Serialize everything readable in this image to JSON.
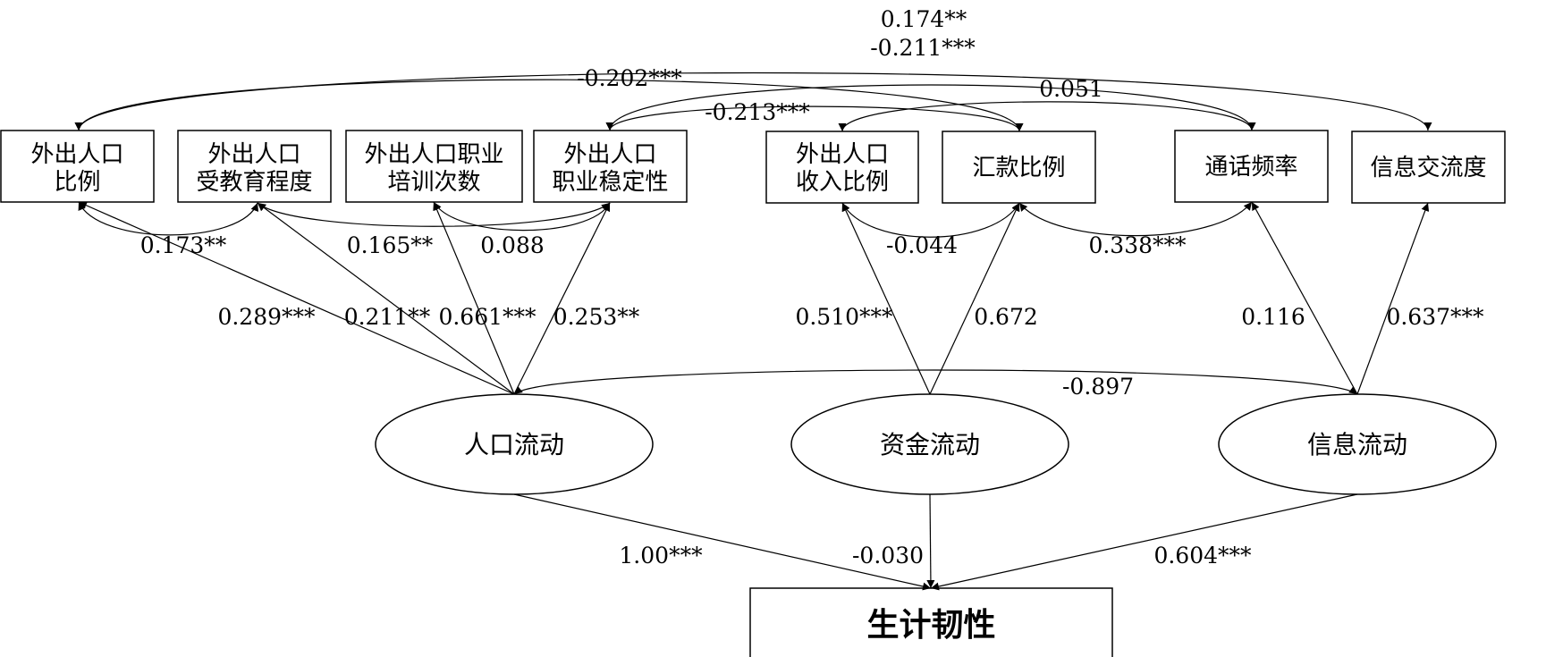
{
  "indicators": [
    {
      "id": "pop_ratio",
      "lines": [
        "外出人口",
        "比例"
      ]
    },
    {
      "id": "pop_edu",
      "lines": [
        "外出人口",
        "受教育程度"
      ]
    },
    {
      "id": "pop_train",
      "lines": [
        "外出人口职业",
        "培训次数"
      ]
    },
    {
      "id": "pop_stab",
      "lines": [
        "外出人口",
        "职业稳定性"
      ]
    },
    {
      "id": "pop_income",
      "lines": [
        "外出人口",
        "收入比例"
      ]
    },
    {
      "id": "remit",
      "lines": [
        "汇款比例"
      ]
    },
    {
      "id": "call",
      "lines": [
        "通话频率"
      ]
    },
    {
      "id": "infoex",
      "lines": [
        "信息交流度"
      ]
    }
  ],
  "latents": [
    {
      "id": "pop_flow",
      "label": "人口流动"
    },
    {
      "id": "cap_flow",
      "label": "资金流动"
    },
    {
      "id": "info_flow",
      "label": "信息流动"
    }
  ],
  "outcome": {
    "id": "livelihood",
    "label": "生计韧性"
  },
  "loadings": [
    {
      "from": "pop_flow",
      "to": "pop_ratio",
      "value": "0.289***"
    },
    {
      "from": "pop_flow",
      "to": "pop_edu",
      "value": "0.211**"
    },
    {
      "from": "pop_flow",
      "to": "pop_train",
      "value": "0.661***"
    },
    {
      "from": "pop_flow",
      "to": "pop_stab",
      "value": "0.253**"
    },
    {
      "from": "cap_flow",
      "to": "pop_income",
      "value": "0.510***"
    },
    {
      "from": "cap_flow",
      "to": "remit",
      "value": "0.672"
    },
    {
      "from": "info_flow",
      "to": "call",
      "value": "0.116"
    },
    {
      "from": "info_flow",
      "to": "infoex",
      "value": "0.637***"
    }
  ],
  "paths": [
    {
      "from": "pop_flow",
      "to": "livelihood",
      "value": "1.00***"
    },
    {
      "from": "cap_flow",
      "to": "livelihood",
      "value": "-0.030"
    },
    {
      "from": "info_flow",
      "to": "livelihood",
      "value": "0.604***"
    }
  ],
  "covariances": [
    {
      "a": "pop_ratio",
      "b": "infoex",
      "value": "0.174**"
    },
    {
      "a": "pop_ratio",
      "b": "remit",
      "value": "-0.211***"
    },
    {
      "a": "pop_stab",
      "b": "call",
      "value": "-0.202***"
    },
    {
      "a": "pop_stab",
      "b": "remit",
      "value": "-0.213***"
    },
    {
      "a": "pop_income",
      "b": "call",
      "value": "0.051"
    },
    {
      "a": "pop_ratio",
      "b": "pop_edu",
      "value": "0.173**"
    },
    {
      "a": "pop_edu",
      "b": "pop_stab",
      "value": "0.165**"
    },
    {
      "a": "pop_train",
      "b": "pop_stab",
      "value": "0.088"
    },
    {
      "a": "pop_income",
      "b": "remit",
      "value": "-0.044"
    },
    {
      "a": "remit",
      "b": "call",
      "value": "0.338***"
    },
    {
      "a": "pop_flow",
      "b": "info_flow",
      "value": "-0.897"
    }
  ]
}
